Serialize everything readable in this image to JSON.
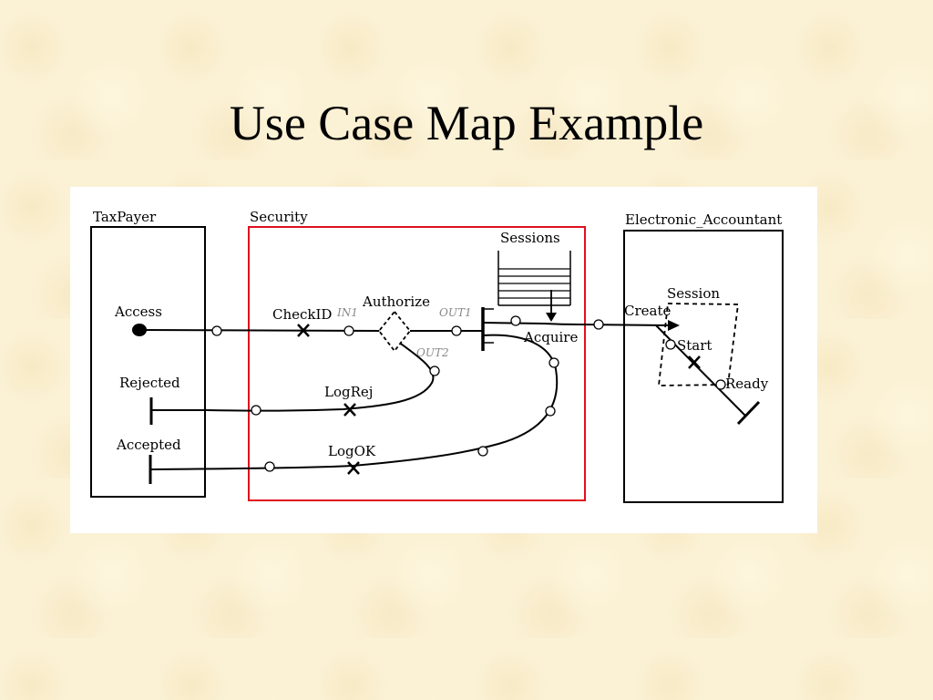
{
  "slide": {
    "title": "Use Case Map Example"
  },
  "colors": {
    "background": "#fbf1d4",
    "component_border": "#000000",
    "security_border": "#e0101e",
    "stub_label": "#888888"
  },
  "diagram": {
    "components": {
      "taxpayer": "TaxPayer",
      "security": "Security",
      "electronic_accountant": "Electronic_Accountant",
      "sessions": "Sessions",
      "session": "Session"
    },
    "start_points": {
      "access": "Access"
    },
    "end_points": {
      "rejected": "Rejected",
      "accepted": "Accepted",
      "ready": "Ready"
    },
    "responsibilities": {
      "check_id": "CheckID",
      "log_rej": "LogRej",
      "log_ok": "LogOK",
      "start": "Start"
    },
    "stub": {
      "name": "Authorize",
      "in1": "IN1",
      "out1": "OUT1",
      "out2": "OUT2"
    },
    "pool_action": "Acquire",
    "create_action": "Create"
  }
}
